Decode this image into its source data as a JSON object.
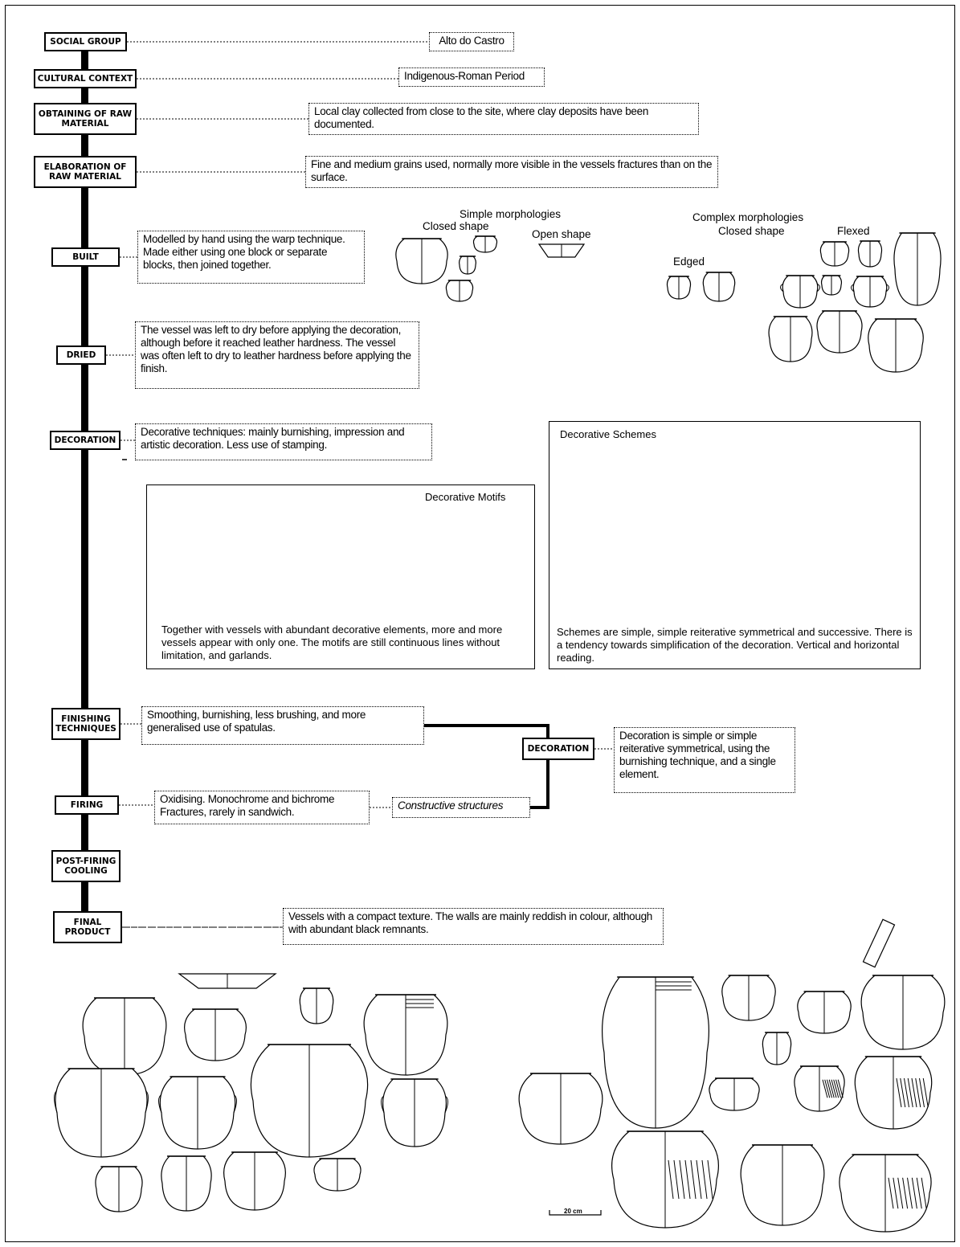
{
  "stages": {
    "social_group": "SOCIAL GROUP",
    "cultural_context": "CULTURAL CONTEXT",
    "obtaining": "OBTAINING OF RAW MATERIAL",
    "elaboration": "ELABORATION OF RAW MATERIAL",
    "built": "BUILT",
    "dried": "DRIED",
    "decoration": "DECORATION",
    "finishing": "FINISHING TECHNIQUES",
    "firing": "FIRING",
    "cooling": "POST-FIRING COOLING",
    "final": "FINAL PRODUCT",
    "decoration_branch": "DECORATION"
  },
  "notes": {
    "social_group": "Alto do Castro",
    "cultural_context": "Indigenous-Roman Period",
    "obtaining": "Local clay collected from close to the site, where clay deposits have been documented.",
    "elaboration": "Fine and medium grains used, normally more visible in the vessels fractures than on the surface.",
    "built": "Modelled by hand using the warp technique. Made either using one block or separate blocks, then joined together.",
    "dried": "The vessel was left to dry before applying the decoration, although before it reached leather hardness. The vessel was often left to dry to leather hardness before applying the finish.",
    "decoration": "Decorative techniques: mainly burnishing, impression and artistic decoration. Less use of stamping.",
    "finishing": "Smoothing, burnishing, less brushing, and more generalised use of spatulas.",
    "firing": "Oxidising. Monochrome and bichrome Fractures, rarely in sandwich.",
    "constructive": "Constructive structures",
    "decoration_branch": "Decoration is simple or simple reiterative symmetrical, using the burnishing technique, and a single element.",
    "final": "Vessels with a compact texture. The walls are mainly reddish in colour, although with abundant black remnants."
  },
  "morphology": {
    "simple": "Simple morphologies",
    "closed": "Closed shape",
    "open": "Open shape",
    "complex": "Complex morphologies",
    "complex_closed": "Closed shape",
    "flexed": "Flexed",
    "edged": "Edged"
  },
  "motifs": {
    "title": "Decorative Motifs",
    "caption": "Together with vessels with abundant decorative elements, more and more vessels appear with only one. The motifs are still continuous lines without limitation, and garlands."
  },
  "schemes": {
    "title": "Decorative Schemes",
    "caption": "Schemes are simple, simple reiterative symmetrical and successive. There is a tendency towards simplification of the decoration. Vertical and horizontal reading."
  },
  "scale": "20 cm"
}
